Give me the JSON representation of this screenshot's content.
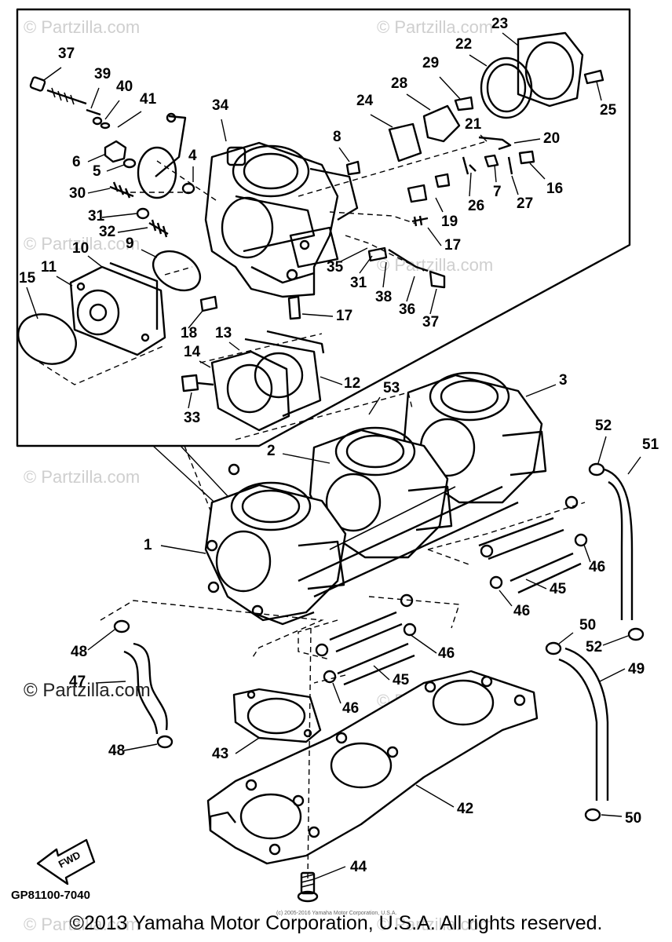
{
  "diagram": {
    "code": "GP81100-7040",
    "copyright": "©2013 Yamaha Motor Corporation, U.S.A. All rights reserved.",
    "small_copyright": "(c) 2005-2016 Yamaha Motor Corporation, U.S.A.",
    "watermark": "© Partzilla.com",
    "watermark_faint": "© Partzilla.com",
    "fwd_label": "FWD",
    "callouts": [
      "1",
      "2",
      "3",
      "4",
      "5",
      "6",
      "7",
      "8",
      "9",
      "10",
      "11",
      "12",
      "13",
      "14",
      "15",
      "16",
      "17",
      "17",
      "18",
      "19",
      "20",
      "21",
      "22",
      "23",
      "24",
      "25",
      "26",
      "27",
      "28",
      "29",
      "30",
      "31",
      "31",
      "32",
      "33",
      "34",
      "35",
      "36",
      "37",
      "37",
      "38",
      "39",
      "40",
      "41",
      "42",
      "43",
      "44",
      "45",
      "45",
      "46",
      "46",
      "46",
      "46",
      "47",
      "48",
      "48",
      "49",
      "50",
      "50",
      "51",
      "52",
      "52",
      "53"
    ]
  }
}
